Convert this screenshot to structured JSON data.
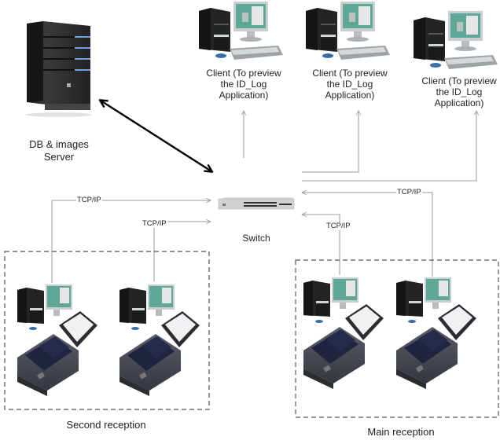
{
  "server": {
    "label_line1": "DB & images",
    "label_line2": "Server"
  },
  "switch": {
    "label": "Switch"
  },
  "clients": [
    {
      "line1": "Client (To preview",
      "line2": "the ID_Log",
      "line3": "Application)"
    },
    {
      "line1": "Client (To preview",
      "line2": "the ID_Log",
      "line3": "Application)"
    },
    {
      "line1": "Client (To preview",
      "line2": "the ID_Log",
      "line3": "Application)"
    }
  ],
  "links": {
    "protocol_label": "TCP/IP"
  },
  "groups": {
    "second_reception": "Second reception",
    "main_reception": "Main reception"
  },
  "colors": {
    "line": "#9a9a9a",
    "dash": "#555555",
    "server_body": "#2b2b2b",
    "server_led": "#6fa0e0",
    "monitor_screen": "#5fa897",
    "scanner_body": "#4a4d57",
    "passport": "#1f2440"
  }
}
